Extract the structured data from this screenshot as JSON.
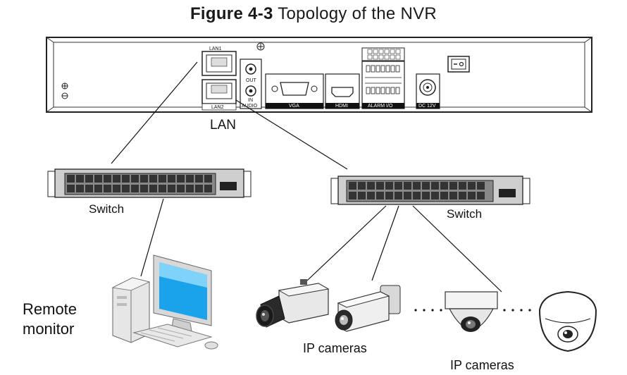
{
  "title": {
    "figure": "Figure 4-3",
    "text": "Topology of the NVR"
  },
  "nvr": {
    "ports": {
      "lan1": "LAN1",
      "lan2": "LAN2",
      "audio": "AUDIO",
      "audio_out": "OUT",
      "audio_in": "IN",
      "vga": "VGA",
      "hdmi": "HDMI",
      "alarm": "ALARM I/O",
      "dc": "DC 12V"
    }
  },
  "labels": {
    "lan": "LAN",
    "switch_left": "Switch",
    "switch_right": "Switch",
    "remote_line1": "Remote",
    "remote_line2": "monitor",
    "ip_cameras_1": "IP cameras",
    "ip_cameras_2": "IP cameras"
  }
}
